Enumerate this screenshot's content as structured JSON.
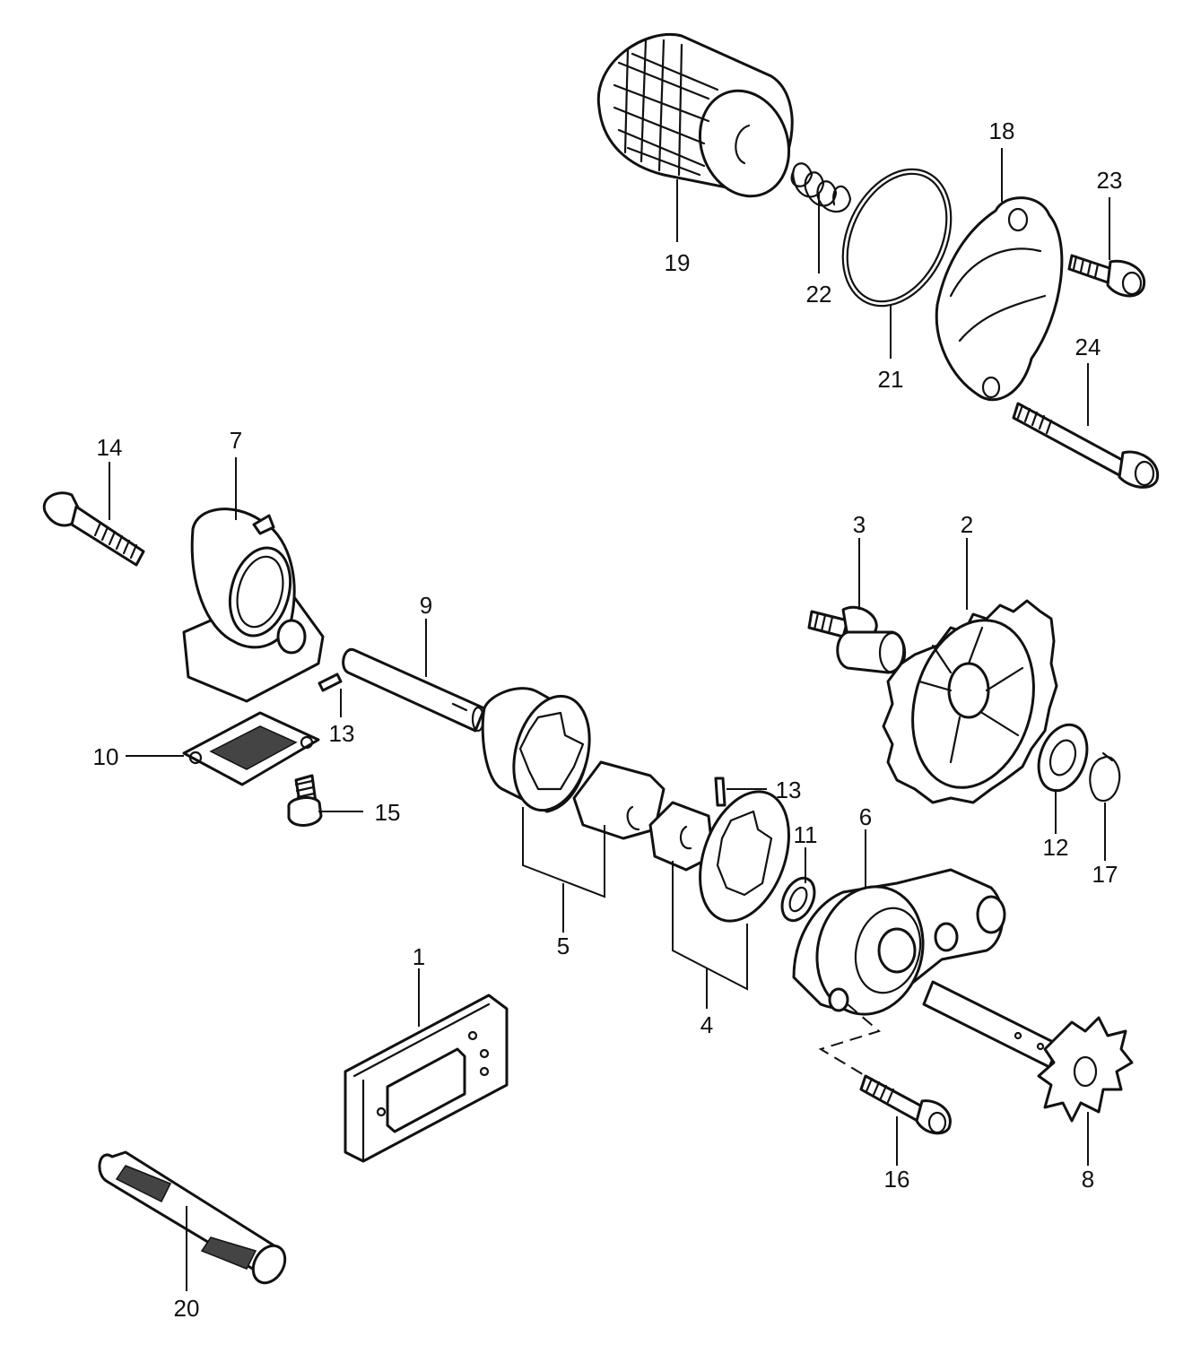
{
  "callouts": {
    "c1": "1",
    "c2": "2",
    "c3": "3",
    "c4": "4",
    "c5": "5",
    "c6": "6",
    "c7": "7",
    "c8": "8",
    "c9": "9",
    "c10": "10",
    "c11": "11",
    "c12": "12",
    "c13a": "13",
    "c13b": "13",
    "c14": "14",
    "c15": "15",
    "c16": "16",
    "c17": "17",
    "c18": "18",
    "c19": "19",
    "c20": "20",
    "c21": "21",
    "c22": "22",
    "c23": "23",
    "c24": "24"
  },
  "colors": {
    "line": "#111111",
    "background": "#ffffff"
  }
}
